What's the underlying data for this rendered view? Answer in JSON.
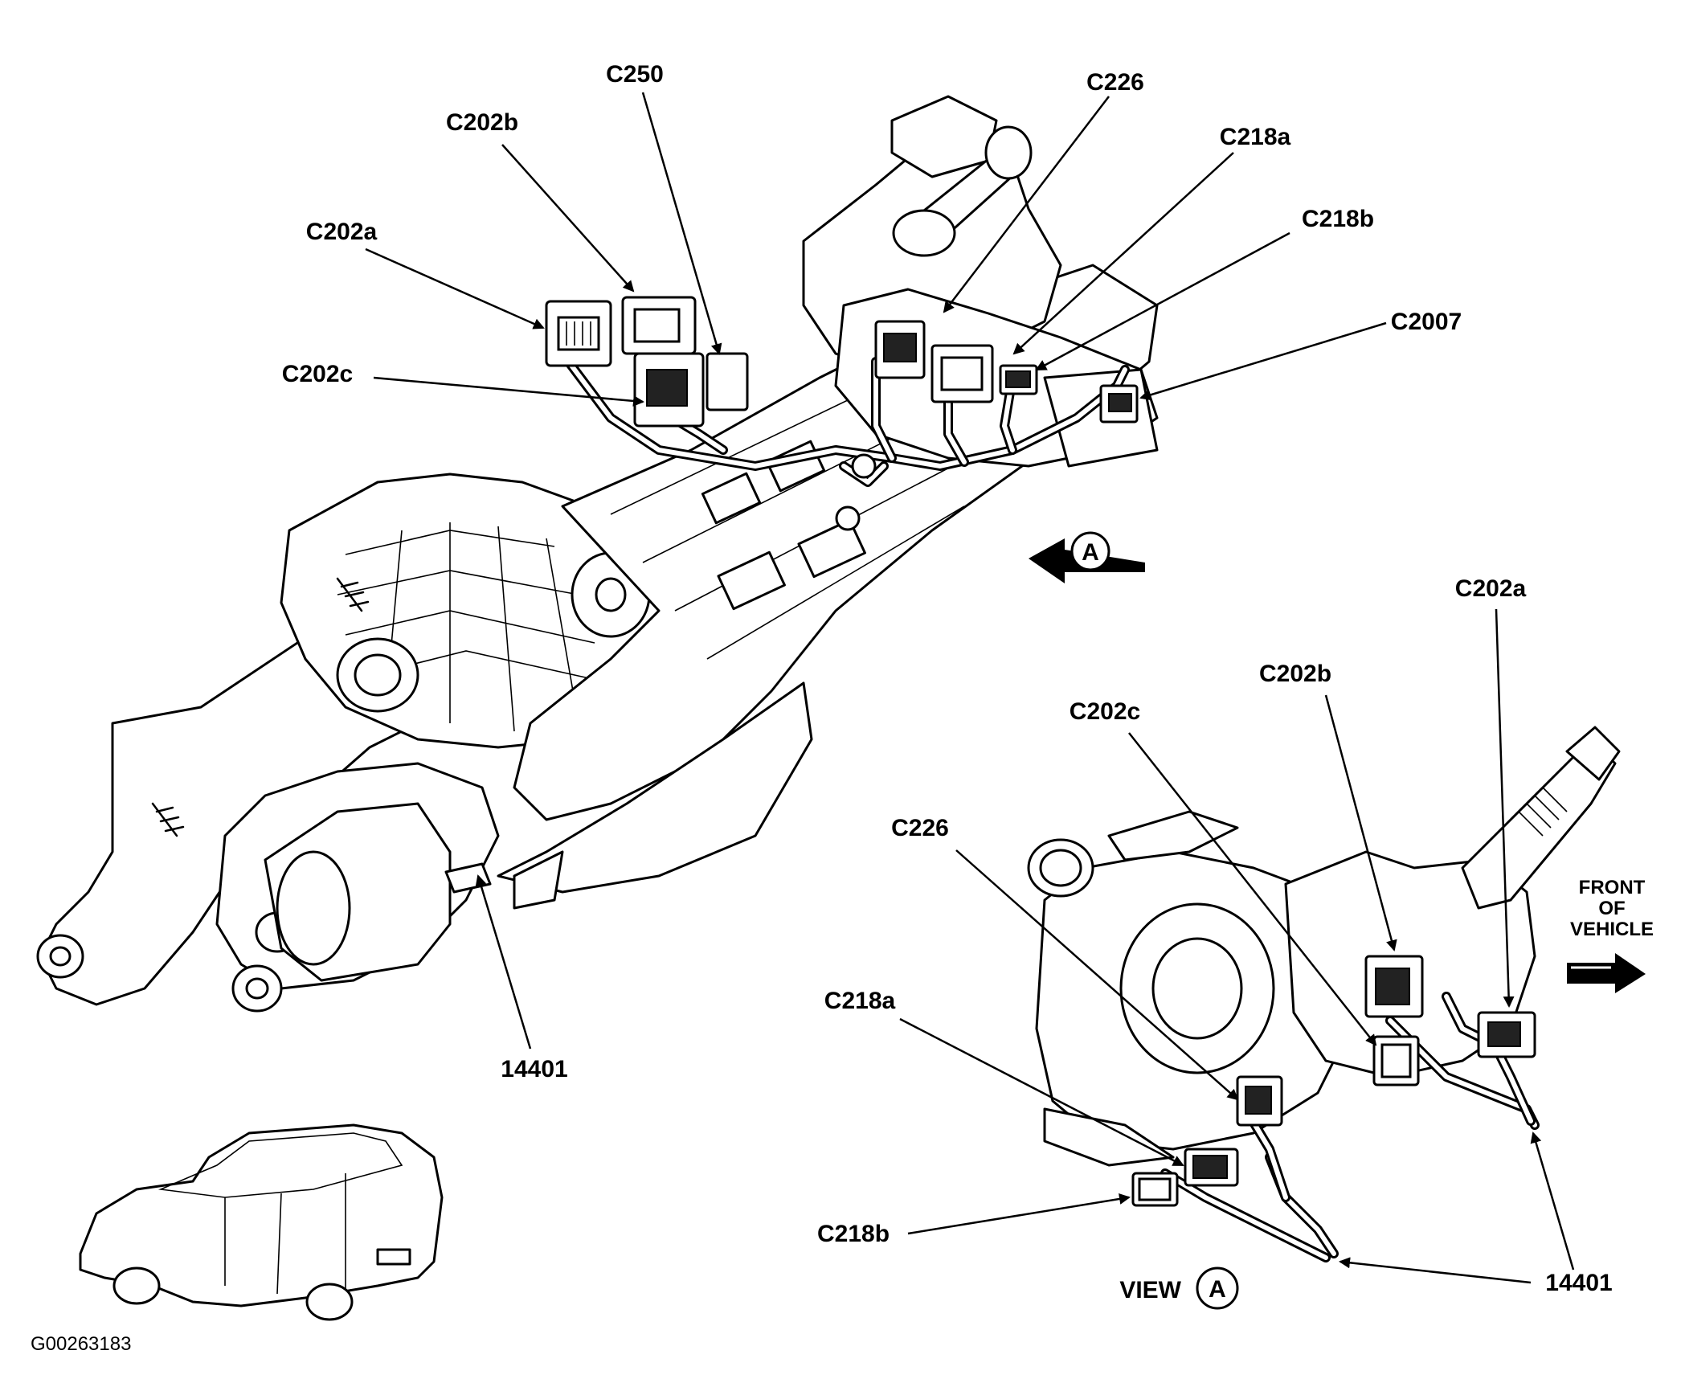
{
  "figure_id": "G00263183",
  "callouts": {
    "c250": "C250",
    "c202b": "C202b",
    "c202a": "C202a",
    "c202c": "C202c",
    "c226": "C226",
    "c218a": "C218a",
    "c218b": "C218b",
    "c2007": "C2007",
    "harness": "14401"
  },
  "view_callouts": {
    "c202a": "C202a",
    "c202b": "C202b",
    "c202c": "C202c",
    "c226": "C226",
    "c218a": "C218a",
    "c218b": "C218b",
    "harness": "14401"
  },
  "view_marker": "A",
  "view_caption": "VIEW",
  "front_of_vehicle": [
    "FRONT",
    "OF",
    "VEHICLE"
  ]
}
